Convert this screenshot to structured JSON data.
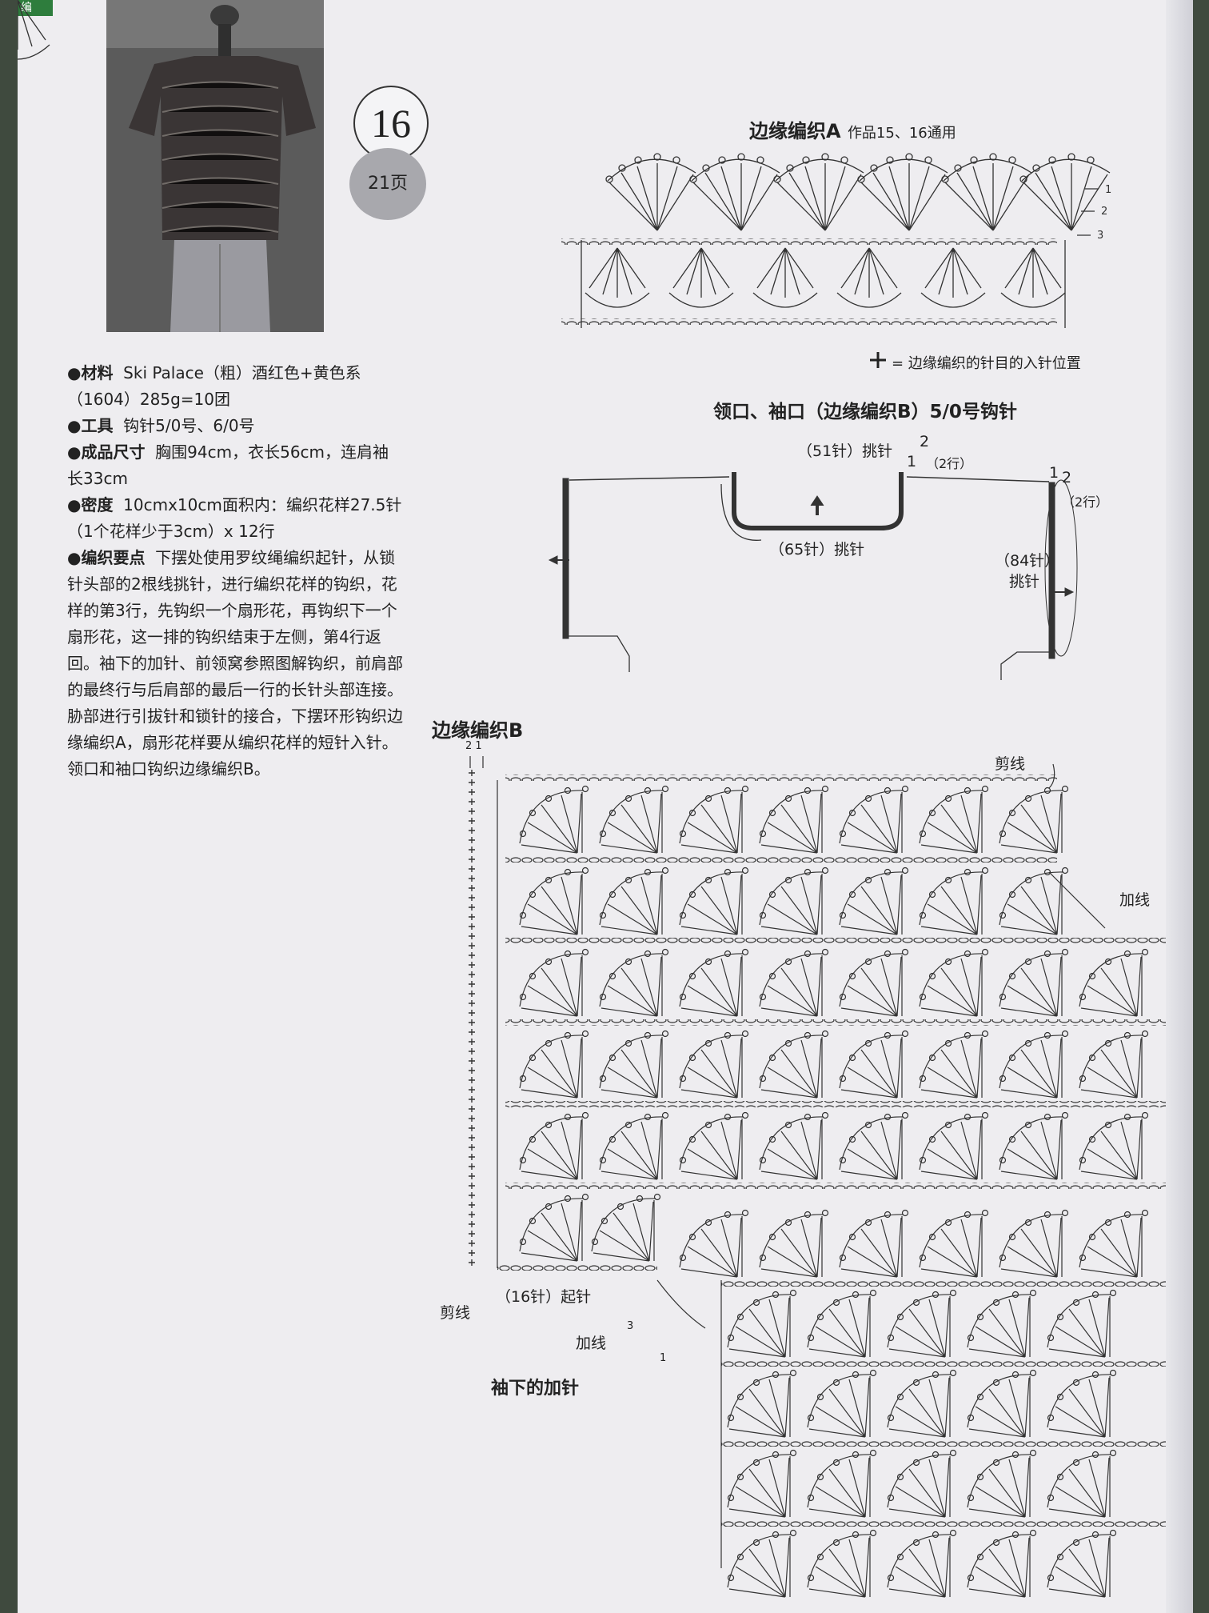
{
  "corner_tag": "编",
  "pattern": {
    "number": "16",
    "page_ref": "21页"
  },
  "info": {
    "material_label": "●材料",
    "material_text": "Ski Palace（粗）酒红色+黄色系（1604）285g=10团",
    "tools_label": "●工具",
    "tools_text": "钩针5/0号、6/0号",
    "size_label": "●成品尺寸",
    "size_text": "胸围94cm，衣长56cm，连肩袖长33cm",
    "gauge_label": "●密度",
    "gauge_text": "10cmx10cm面积内：编织花样27.5针（1个花样少于3cm）x 12行",
    "notes_label": "●编织要点",
    "notes_text": "下摆处使用罗纹绳编织起针，从锁针头部的2根线挑针，进行编织花样的钩织，花样的第3行，先钩织一个扇形花，再钩织下一个扇形花，这一排的钩织结束于左侧，第4行返回。袖下的加针、前领窝参照图解钩织，前肩部的最终行与后肩部的最后一行的长针头部连接。胁部进行引拔针和锁针的接合，下摆环形钩织边缘编织A，扇形花样要从编织花样的短针入针。领口和袖口钩织边缘编织B。"
  },
  "edging_a": {
    "title": "边缘编织A",
    "subtitle": "作品15、16通用",
    "row_labels": [
      "3",
      "2",
      "1"
    ],
    "legend_symbol": "✚",
    "legend_text": "= 边缘编织的针目的入针位置"
  },
  "neck_diagram": {
    "title": "领口、袖口（边缘编织B）5/0号钩针",
    "label_51": "（51针）挑针",
    "label_rows_left": "（2行）",
    "label_1": "1",
    "label_2": "2",
    "label_65": "（65针）挑针",
    "label_84": "（84针）",
    "label_84b": "挑针",
    "label_rows_right": "（2行）",
    "label_1b": "1",
    "label_2b": "2"
  },
  "edging_b": {
    "title": "边缘编织B",
    "row_marks": "2 1",
    "cut_label_top": "剪线",
    "add_label_right": "加线",
    "chain_label": "（16针）起针",
    "cut_label_bottom": "剪线",
    "add_label_bottom": "加线",
    "row3": "3",
    "row1": "1",
    "increase_title": "袖下的加针"
  },
  "colors": {
    "paper": "#eeedf0",
    "ink": "#2a2a2a",
    "badge": "#a8a8ad"
  }
}
